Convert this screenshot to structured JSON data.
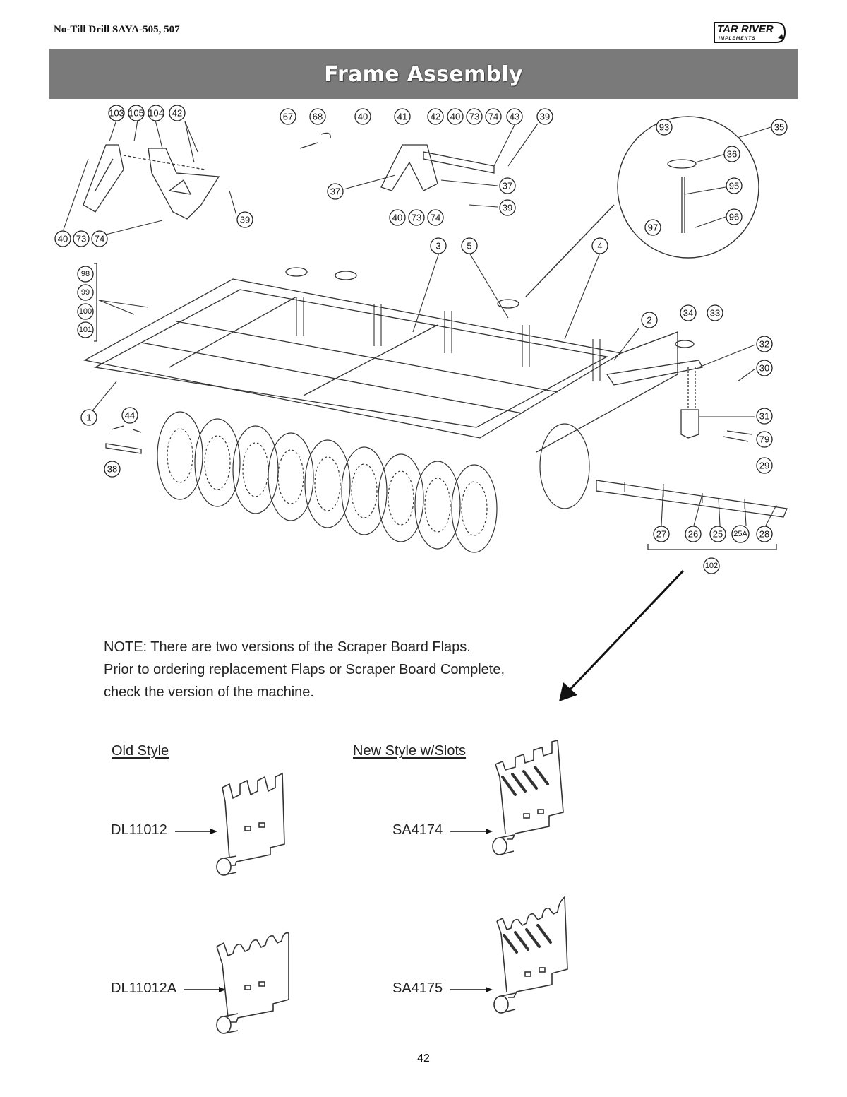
{
  "header": {
    "doc_title": "No-Till Drill SAYA-505, 507",
    "logo_line1": "TAR RIVER",
    "logo_line2": "IMPLEMENTS"
  },
  "banner": {
    "title": "Frame Assembly"
  },
  "callouts": {
    "c1": "1",
    "c2": "2",
    "c3": "3",
    "c4": "4",
    "c5": "5",
    "c25": "25",
    "c25a": "25A",
    "c26": "26",
    "c27": "27",
    "c28": "28",
    "c29": "29",
    "c30": "30",
    "c31": "31",
    "c32": "32",
    "c33": "33",
    "c34": "34",
    "c35": "35",
    "c36": "36",
    "c37a": "37",
    "c37b": "37",
    "c38": "38",
    "c39a": "39",
    "c39b": "39",
    "c39c": "39",
    "c40a": "40",
    "c40b": "40",
    "c40c": "40",
    "c40d": "40",
    "c41": "41",
    "c42a": "42",
    "c42b": "42",
    "c43": "43",
    "c44": "44",
    "c67": "67",
    "c68": "68",
    "c73a": "73",
    "c73b": "73",
    "c73c": "73",
    "c74a": "74",
    "c74b": "74",
    "c74c": "74",
    "c79": "79",
    "c93": "93",
    "c95": "95",
    "c96": "96",
    "c97": "97",
    "c98": "98",
    "c99": "99",
    "c100": "100",
    "c101": "101",
    "c102": "102",
    "c103": "103",
    "c104": "104",
    "c105": "105"
  },
  "note": {
    "line1": "NOTE: There are two versions of the Scraper Board Flaps.",
    "line2": "Prior to ordering replacement Flaps or Scraper Board Complete,",
    "line3": "check the version of the machine."
  },
  "styles": {
    "old_heading": "Old Style",
    "new_heading": "New Style w/Slots",
    "old_part_1": "DL11012",
    "old_part_2": "DL11012A",
    "new_part_1": "SA4174",
    "new_part_2": "SA4175"
  },
  "footer": {
    "page_number": "42"
  }
}
